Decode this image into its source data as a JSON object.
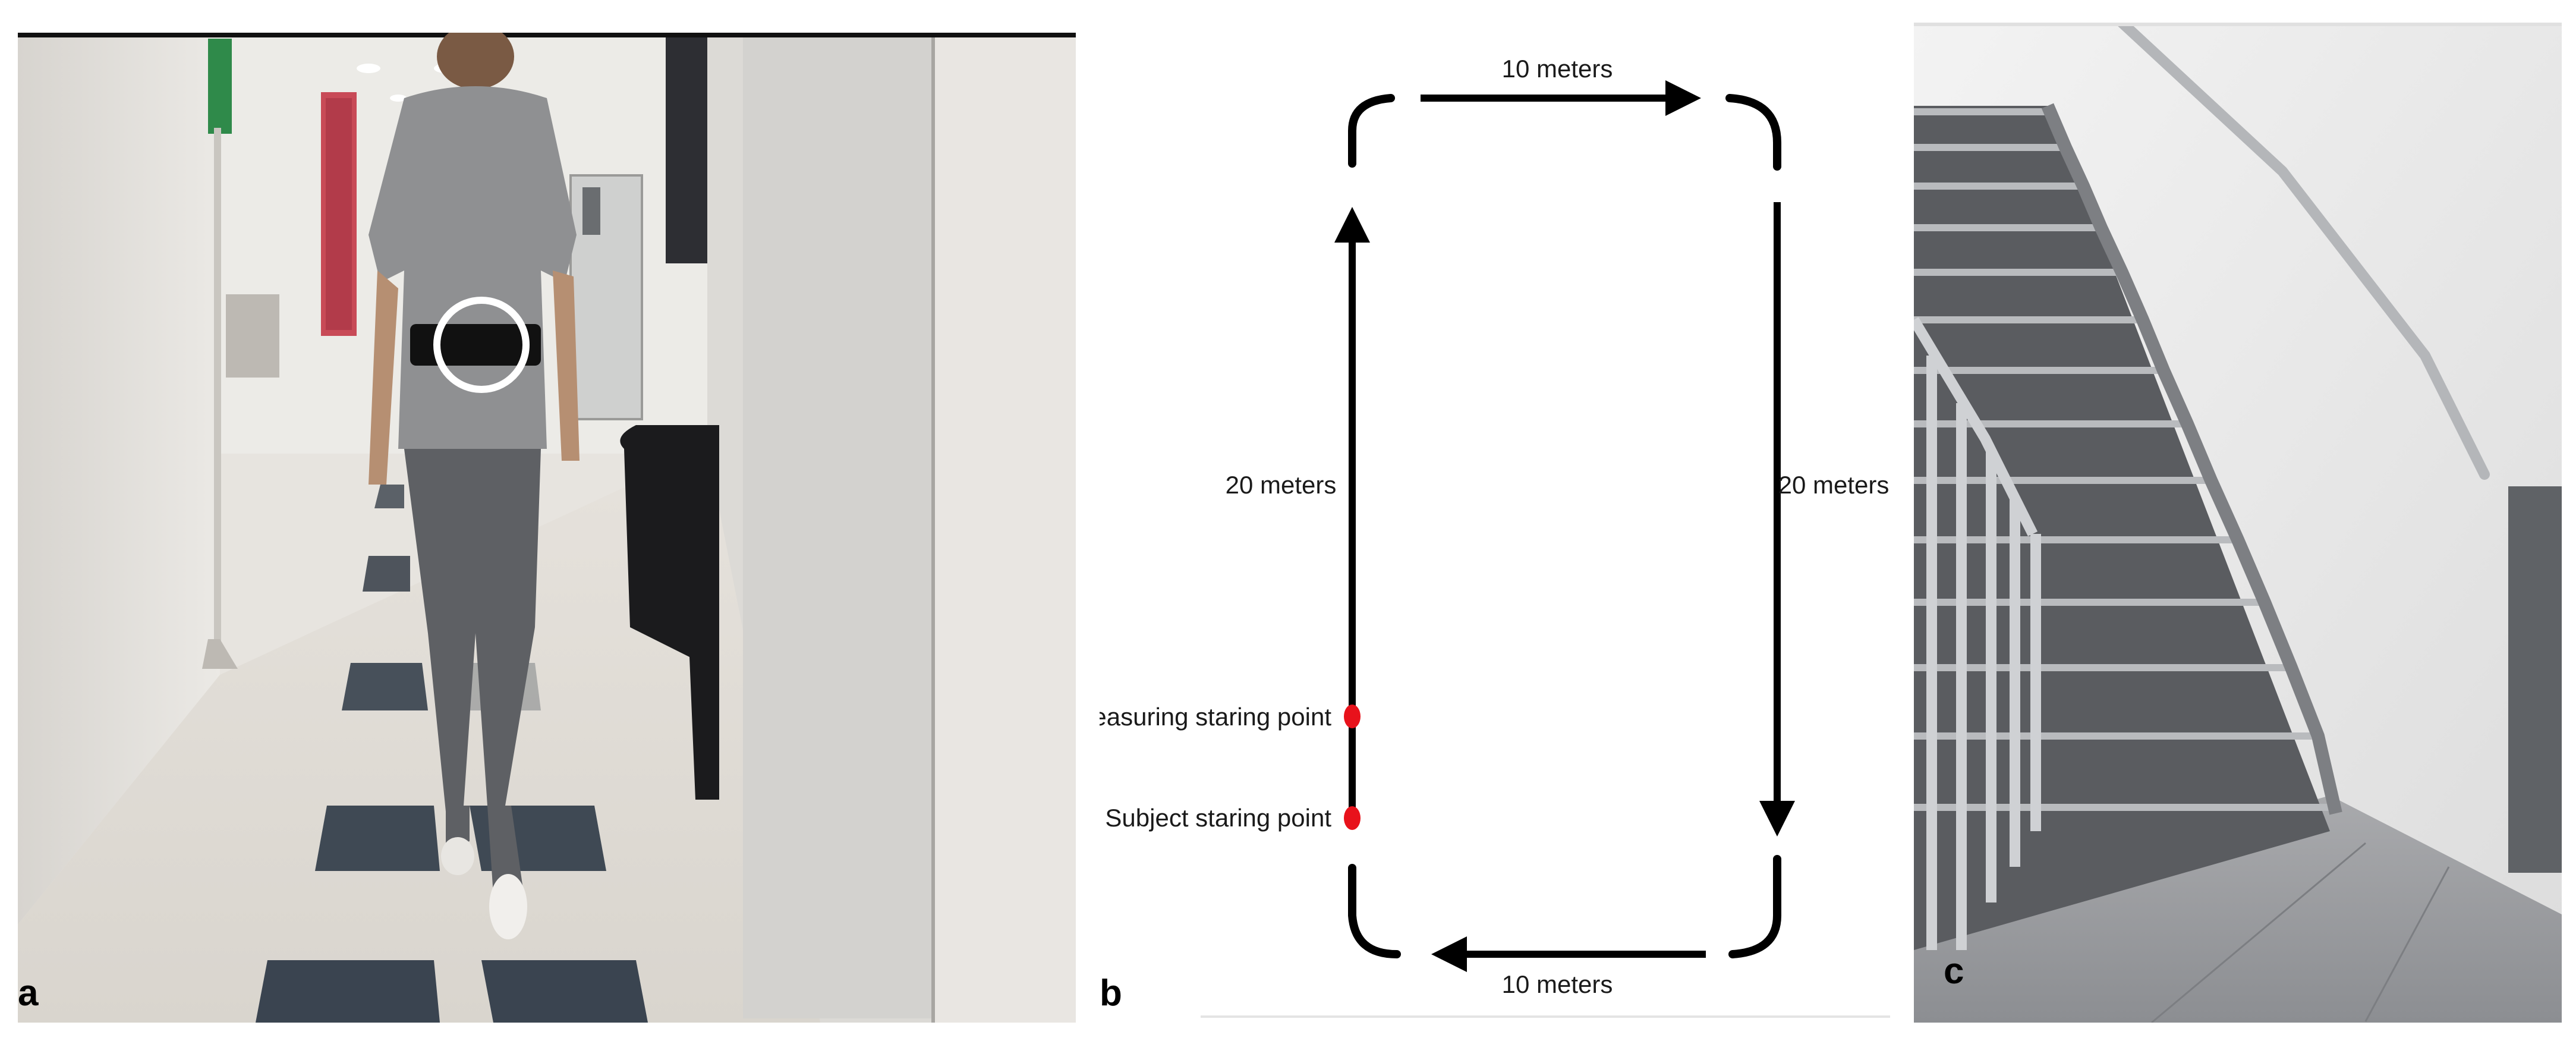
{
  "panels": {
    "a": {
      "letter": "a"
    },
    "b": {
      "letter": "b",
      "labels": {
        "top": "10 meters",
        "bottom": "10 meters",
        "left": "20 meters",
        "right": "20 meters",
        "measuring_point": "Measuring staring point",
        "subject_point": "Subject staring point"
      },
      "colors": {
        "path": "#000000",
        "start_dots": "#e8121b"
      }
    },
    "c": {
      "letter": "c"
    }
  }
}
